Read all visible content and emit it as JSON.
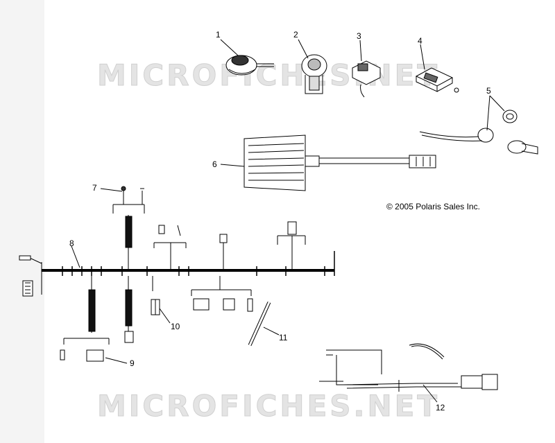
{
  "watermark": "MICROFICHES.NET",
  "copyright": "© 2005 Polaris Sales Inc.",
  "callouts": [
    "1",
    "2",
    "3",
    "4",
    "5",
    "6",
    "7",
    "8",
    "9",
    "10",
    "11",
    "12"
  ]
}
